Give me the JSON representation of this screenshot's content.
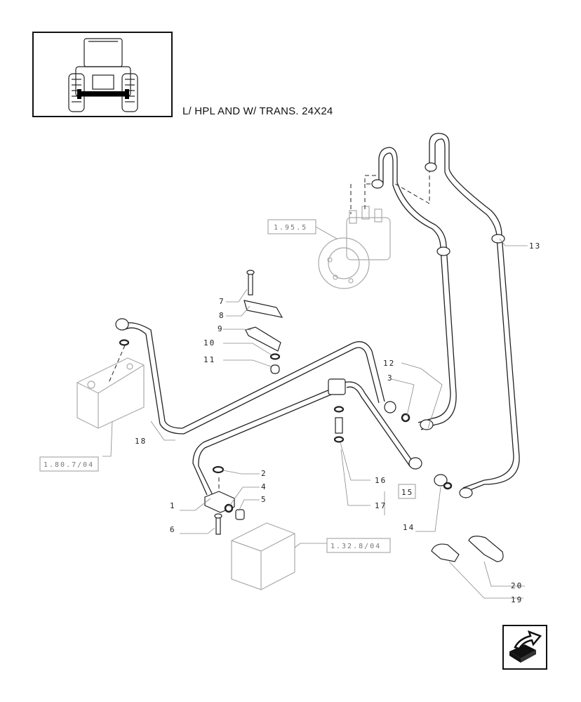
{
  "header": {
    "title": "L/ HPL AND W/ TRANS. 24X24"
  },
  "references": {
    "steering_unit": "1.95.5",
    "valve": "1.80.7/04",
    "axle": "1.32.8/04"
  },
  "part_labels": [
    "1",
    "2",
    "3",
    "4",
    "5",
    "6",
    "7",
    "8",
    "9",
    "10",
    "11",
    "12",
    "13",
    "14",
    "15",
    "16",
    "17",
    "18",
    "19",
    "20"
  ],
  "icons": {
    "thumbnail": "tractor-front-icon",
    "navigation": "next-page-arrow-icon"
  }
}
